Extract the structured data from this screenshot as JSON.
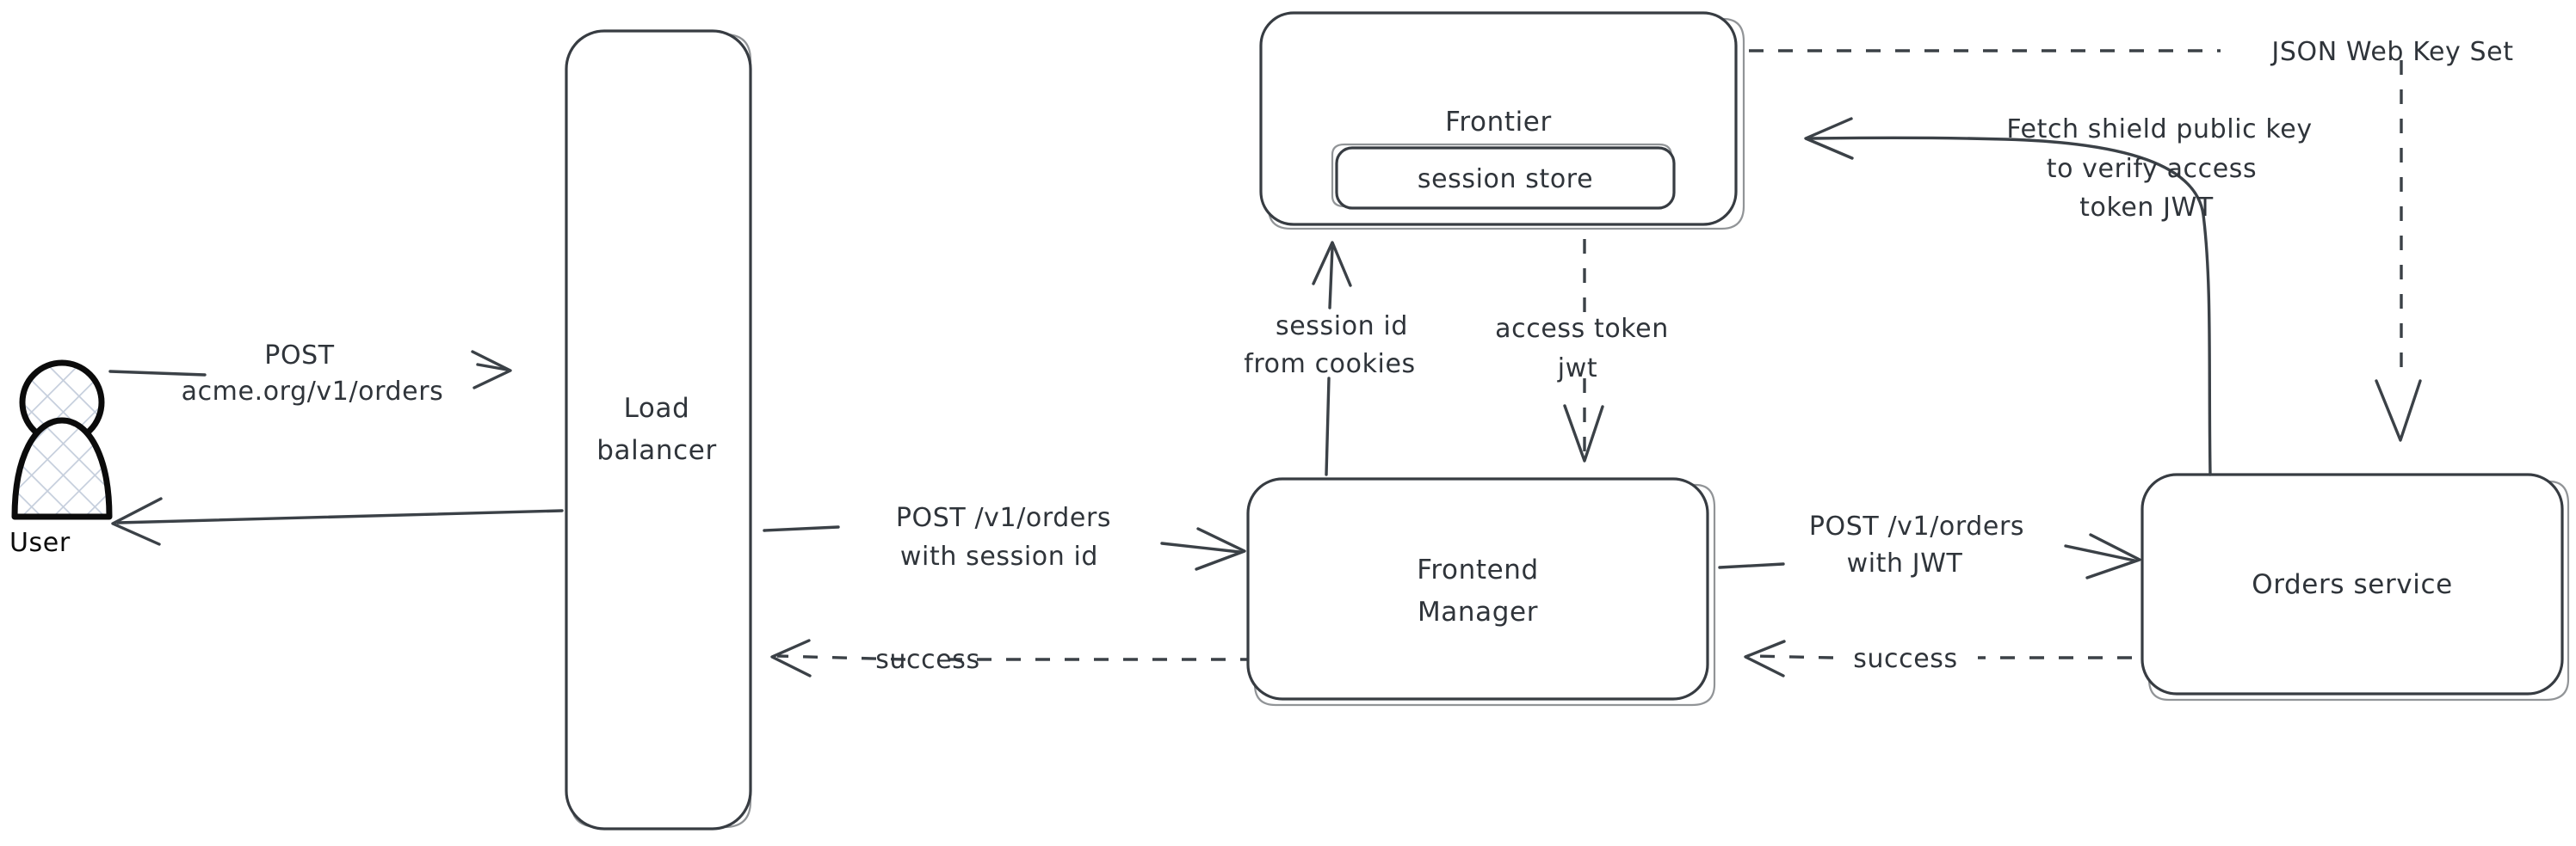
{
  "diagram": {
    "title": "Order request authentication flow",
    "style": "hand-drawn whiteboard sketch",
    "stroke_color": "#373C42",
    "background_color": "#FFFFFF",
    "actor_outline_color": "#0B0B0B",
    "hatch_color": "#C5CEDC",
    "nodes": [
      {
        "id": "user",
        "label": "User",
        "shape": "person-actor"
      },
      {
        "id": "load-balancer",
        "label_line1": "Load",
        "label_line2": "balancer",
        "shape": "rounded-rect-tall"
      },
      {
        "id": "frontier",
        "label": "Frontier",
        "shape": "rounded-rect"
      },
      {
        "id": "session-store",
        "label": "session store",
        "shape": "rounded-rect-inner"
      },
      {
        "id": "frontend-manager",
        "label_line1": "Frontend",
        "label_line2": "Manager",
        "shape": "rounded-rect"
      },
      {
        "id": "orders-service",
        "label": "Orders service",
        "shape": "rounded-rect"
      }
    ],
    "edges": [
      {
        "id": "user-to-lb",
        "from": "user",
        "to": "load-balancer",
        "style": "solid",
        "arrow": "end",
        "label_line1": "POST",
        "label_line2": "acme.org/v1/orders"
      },
      {
        "id": "lb-to-user",
        "from": "load-balancer",
        "to": "user",
        "style": "solid",
        "arrow": "end",
        "label": ""
      },
      {
        "id": "lb-to-fm",
        "from": "load-balancer",
        "to": "frontend-manager",
        "style": "solid",
        "arrow": "end",
        "label_line1": "POST /v1/orders",
        "label_line2": "with session id"
      },
      {
        "id": "fm-to-lb",
        "from": "frontend-manager",
        "to": "load-balancer",
        "style": "dashed",
        "arrow": "end",
        "label": "success"
      },
      {
        "id": "fm-to-frontier",
        "from": "frontend-manager",
        "to": "frontier",
        "style": "solid",
        "arrow": "end",
        "label_line1": "session id",
        "label_line2": "from cookies"
      },
      {
        "id": "frontier-to-fm",
        "from": "frontier",
        "to": "frontend-manager",
        "style": "dashed",
        "arrow": "end",
        "label_line1": "access token",
        "label_line2": "jwt"
      },
      {
        "id": "fm-to-orders",
        "from": "frontend-manager",
        "to": "orders-service",
        "style": "solid",
        "arrow": "end",
        "label_line1": "POST /v1/orders",
        "label_line2": "with JWT"
      },
      {
        "id": "orders-to-fm",
        "from": "orders-service",
        "to": "frontend-manager",
        "style": "dashed",
        "arrow": "end",
        "label": "success"
      },
      {
        "id": "orders-to-frontier",
        "from": "orders-service",
        "to": "frontier",
        "style": "solid",
        "arrow": "end",
        "label_line1": "Fetch shield public key",
        "label_line2": "to verify access",
        "label_line3": "token JWT"
      },
      {
        "id": "frontier-to-orders-jwks",
        "from": "frontier",
        "to": "orders-service",
        "style": "dashed",
        "arrow": "end",
        "label": "JSON Web Key Set"
      }
    ]
  }
}
